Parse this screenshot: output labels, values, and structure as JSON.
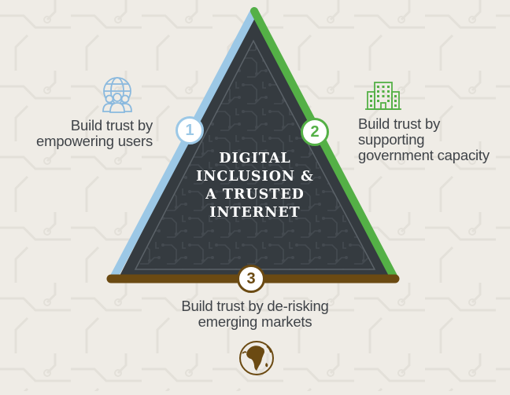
{
  "center": {
    "lines": [
      "DIGITAL",
      "INCLUSION &",
      "A TRUSTED",
      "INTERNET"
    ]
  },
  "pillars": [
    {
      "number": "1",
      "lines": [
        "Build trust by",
        "empowering users"
      ],
      "color": "#9cc8e6",
      "icon": "globe-people-icon"
    },
    {
      "number": "2",
      "lines": [
        "Build trust by",
        "supporting",
        "government capacity"
      ],
      "color": "#54b046",
      "icon": "government-building-icon"
    },
    {
      "number": "3",
      "lines": [
        "Build trust by de-risking",
        "emerging markets"
      ],
      "color": "#6b4a12",
      "icon": "africa-globe-icon"
    }
  ],
  "colors": {
    "background": "#efece6",
    "triangle_fill": "#353b40",
    "text": "#3f4348"
  }
}
